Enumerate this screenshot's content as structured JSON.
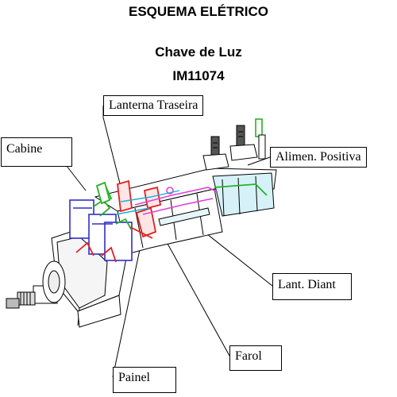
{
  "title": "ESQUEMA ELÉTRICO",
  "subtitle": "Chave de Luz",
  "part_number": "IM11074",
  "labels": {
    "lanterna_traseira": "Lanterna Traseira",
    "cabine": "Cabine",
    "alimen_positiva": "Alimen. Positiva",
    "lant_diant": "Lant. Diant",
    "farol": "Farol",
    "painel": "Painel"
  },
  "colors": {
    "blue": "#2f2fc8",
    "green": "#22b422",
    "red": "#e01f1f",
    "magenta": "#e040d8",
    "cyan": "#d6f2f8"
  }
}
